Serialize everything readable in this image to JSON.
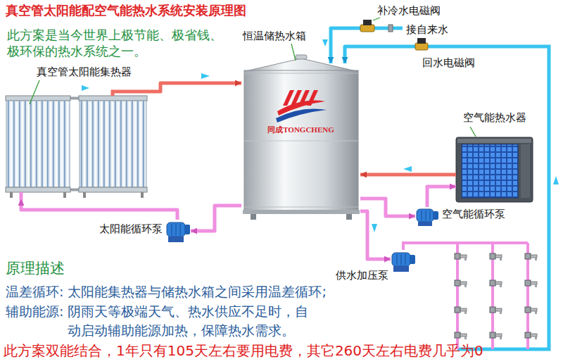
{
  "diagram": {
    "title": "真空管太阳能配空气能热水系统安装原理图",
    "nodes": [
      {
        "text": [
          "真空管太阳能集热器"
        ]
      },
      {
        "text": [
          "恒温储热水箱",
          "同成TONGCHENG"
        ]
      },
      {
        "text": [
          "补冷水电磁阀"
        ]
      },
      {
        "text": [
          "回水电磁阀"
        ]
      },
      {
        "text": [
          "空气能热水器"
        ]
      },
      {
        "text": [
          "太阳能循环泵"
        ]
      },
      {
        "text": [
          "空气能循环泵"
        ]
      },
      {
        "text": [
          "供水加压泵"
        ]
      }
    ],
    "edges": [
      {
        "from": 0,
        "to": 1,
        "arrow": "to"
      },
      {
        "from": 1,
        "to": 5,
        "arrow": "to"
      },
      {
        "from": 5,
        "to": 0,
        "arrow": "to"
      },
      {
        "from": 1,
        "to": 6,
        "arrow": "to"
      },
      {
        "from": 6,
        "to": 4,
        "arrow": "to"
      },
      {
        "from": 4,
        "to": 1,
        "arrow": "to"
      },
      {
        "from": 1,
        "to": 7,
        "arrow": "to"
      },
      {
        "from": 2,
        "to": 1,
        "arrow": "to"
      },
      {
        "from": 3,
        "to": 1,
        "arrow": "to"
      }
    ],
    "labels": [
      "此方案是当今世界上极节能、极省钱、极环保的热水系统之一。",
      "接自来水",
      "原理描述",
      "温差循环: 太阳能集热器与储热水箱之间采用温差循环;",
      "辅助能源: 阴雨天等极端天气、热水供应不足时，自动启动辅助能源加热，保障热水需求。",
      "此方案双能结合，1年只有105天左右要用电费，其它260天左右电费几乎为0"
    ]
  }
}
